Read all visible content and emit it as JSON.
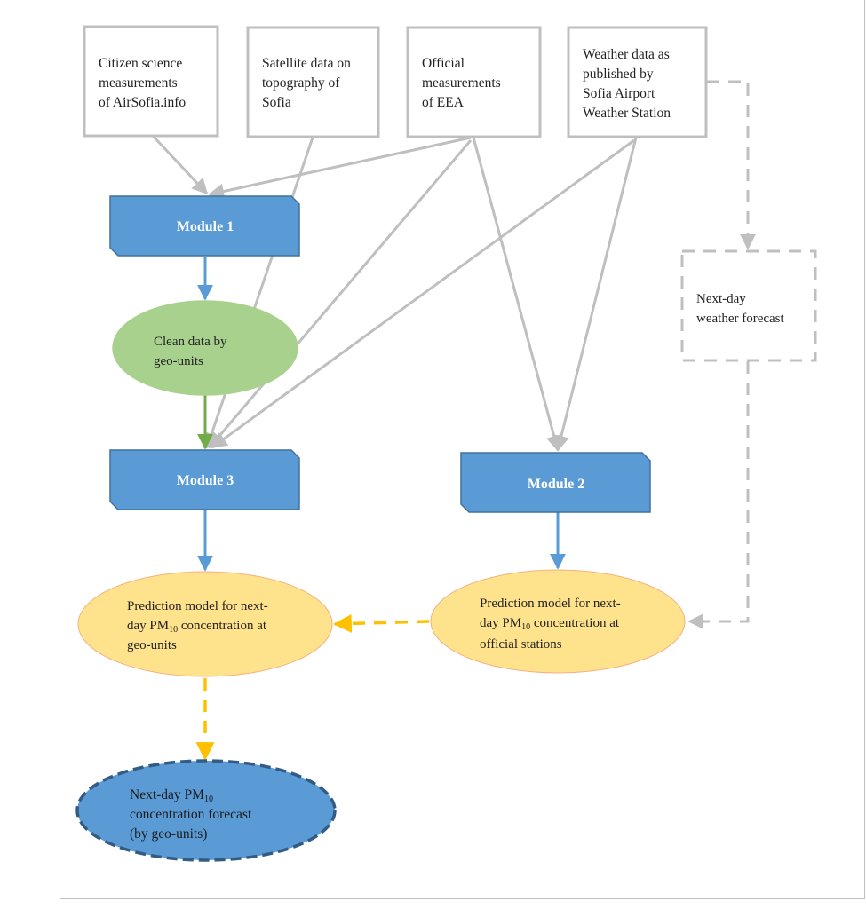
{
  "sources": {
    "citizen": [
      "Citizen science",
      "measurements",
      "of AirSofia.info"
    ],
    "satellite": [
      "Satellite data on",
      "topography of",
      "Sofia"
    ],
    "official": [
      "Official",
      "measurements",
      "of EEA"
    ],
    "weather": [
      "Weather data as",
      "published by",
      "Sofia Airport",
      "Weather Station"
    ]
  },
  "modules": {
    "module1": "Module 1",
    "module2": "Module 2",
    "module3": "Module 3"
  },
  "clean_data": [
    "Clean data by",
    "geo-units"
  ],
  "weather_forecast": [
    "Next-day",
    "weather forecast"
  ],
  "prediction_geo": {
    "line1": "Prediction model for next-",
    "line2_pre": "day PM",
    "line2_sub": "10",
    "line2_post": " concentration at",
    "line3": "geo-units"
  },
  "prediction_official": {
    "line1": "Prediction model for next-",
    "line2_pre": "day PM",
    "line2_sub": "10",
    "line2_post": " concentration at",
    "line3": "official stations"
  },
  "final_forecast": {
    "line1_pre": "Next-day PM",
    "line1_sub": "10",
    "line2": "concentration forecast",
    "line3": "(by geo-units)"
  },
  "colors": {
    "gray_arrow": "#bfbfbf",
    "blue": "#5b9bd5",
    "green_fill": "#a9d18e",
    "orange_fill": "#ffd966",
    "orange_dash": "#ffc000",
    "dark_blue_border": "#41719c"
  }
}
